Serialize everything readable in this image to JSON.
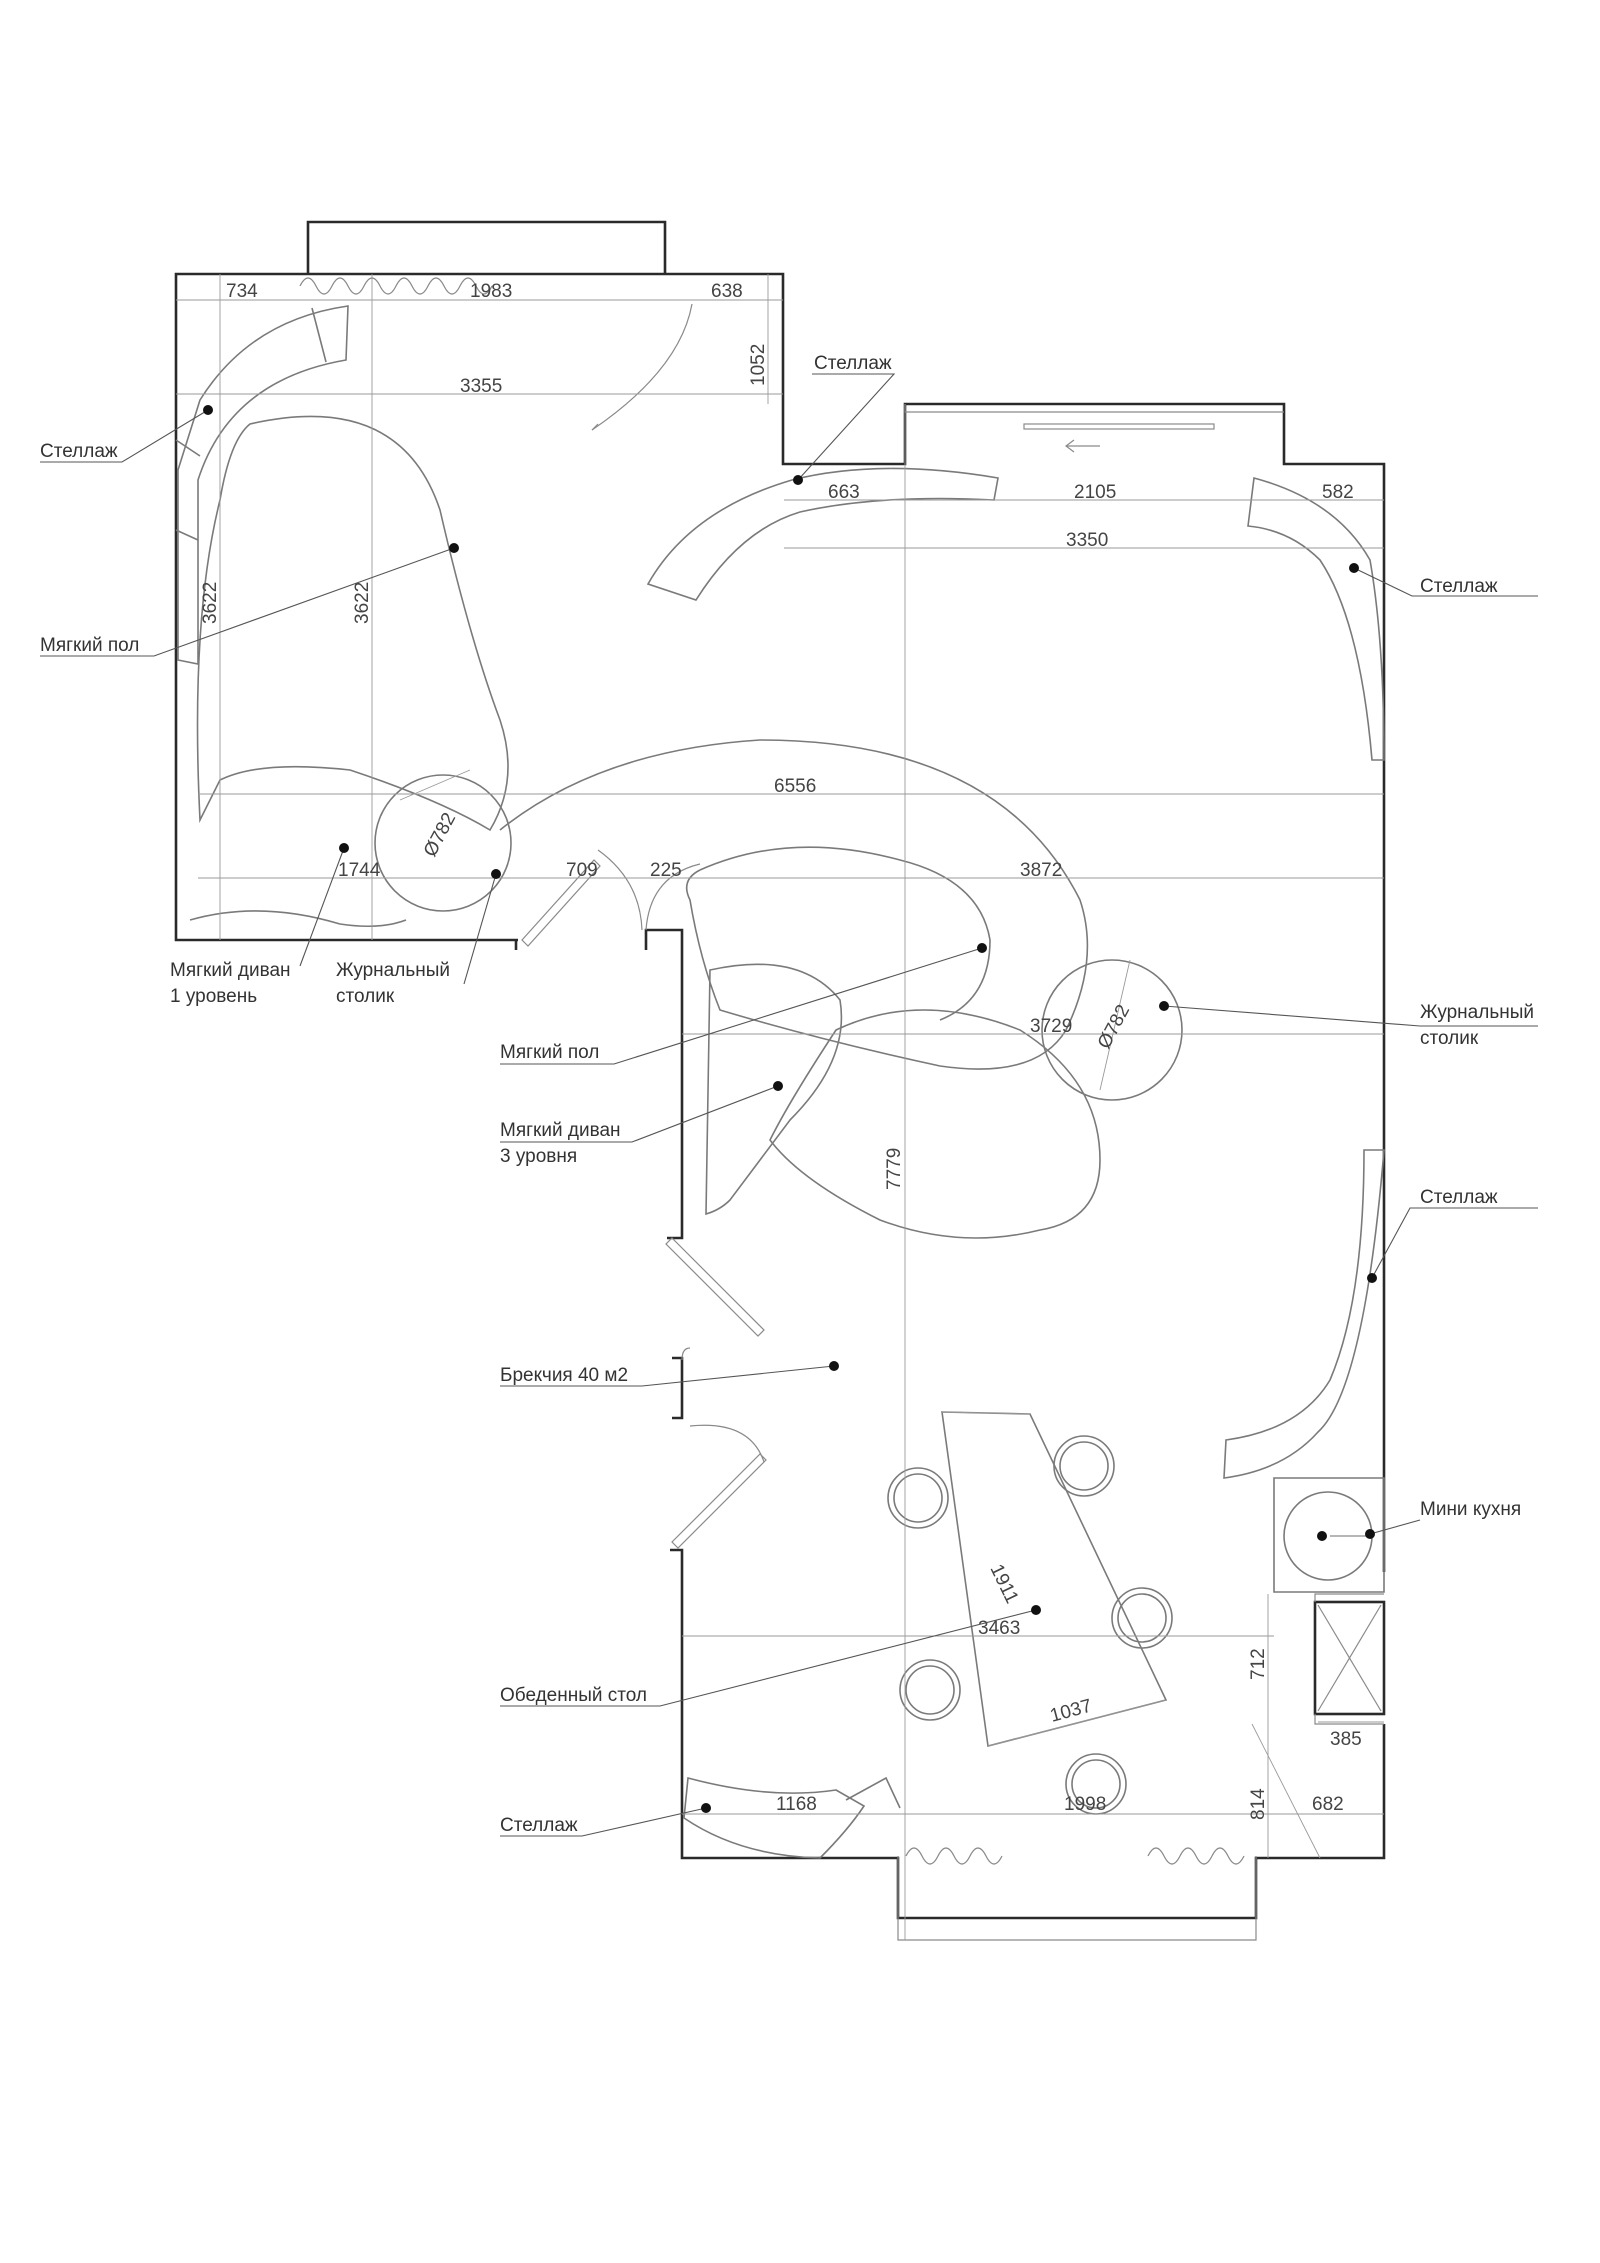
{
  "labels": {
    "stellazh_1": "Стеллаж",
    "stellazh_2": "Стеллаж",
    "stellazh_3": "Стеллаж",
    "stellazh_4": "Стеллаж",
    "stellazh_5": "Стеллаж",
    "soft_floor_1": "Мягкий пол",
    "soft_floor_2": "Мягкий пол",
    "sofa_1_line1": "Мягкий диван",
    "sofa_1_line2": "1 уровень",
    "table_1_line1": "Журнальный",
    "table_1_line2": "столик",
    "table_2_line1": "Журнальный",
    "table_2_line2": "столик",
    "sofa_3_line1": "Мягкий диван",
    "sofa_3_line2": "3 уровня",
    "breccia": "Брекчия 40 м2",
    "mini_kitchen": "Мини кухня",
    "dining_table": "Обеденный стол"
  },
  "dims": {
    "d734": "734",
    "d1983": "1983",
    "d638": "638",
    "d1052": "1052",
    "d3355": "3355",
    "d663": "663",
    "d2105": "2105",
    "d582": "582",
    "d3350": "3350",
    "d3622a": "3622",
    "d3622b": "3622",
    "d6556": "6556",
    "d782a": "Ø782",
    "d1744": "1744",
    "d709": "709",
    "d225": "225",
    "d3872": "3872",
    "d3729": "3729",
    "d782b": "Ø782",
    "d7779": "7779",
    "d1911": "1911",
    "d3463": "3463",
    "d712": "712",
    "d1037": "1037",
    "d385": "385",
    "d1168": "1168",
    "d1998": "1998",
    "d814": "814",
    "d682": "682"
  }
}
